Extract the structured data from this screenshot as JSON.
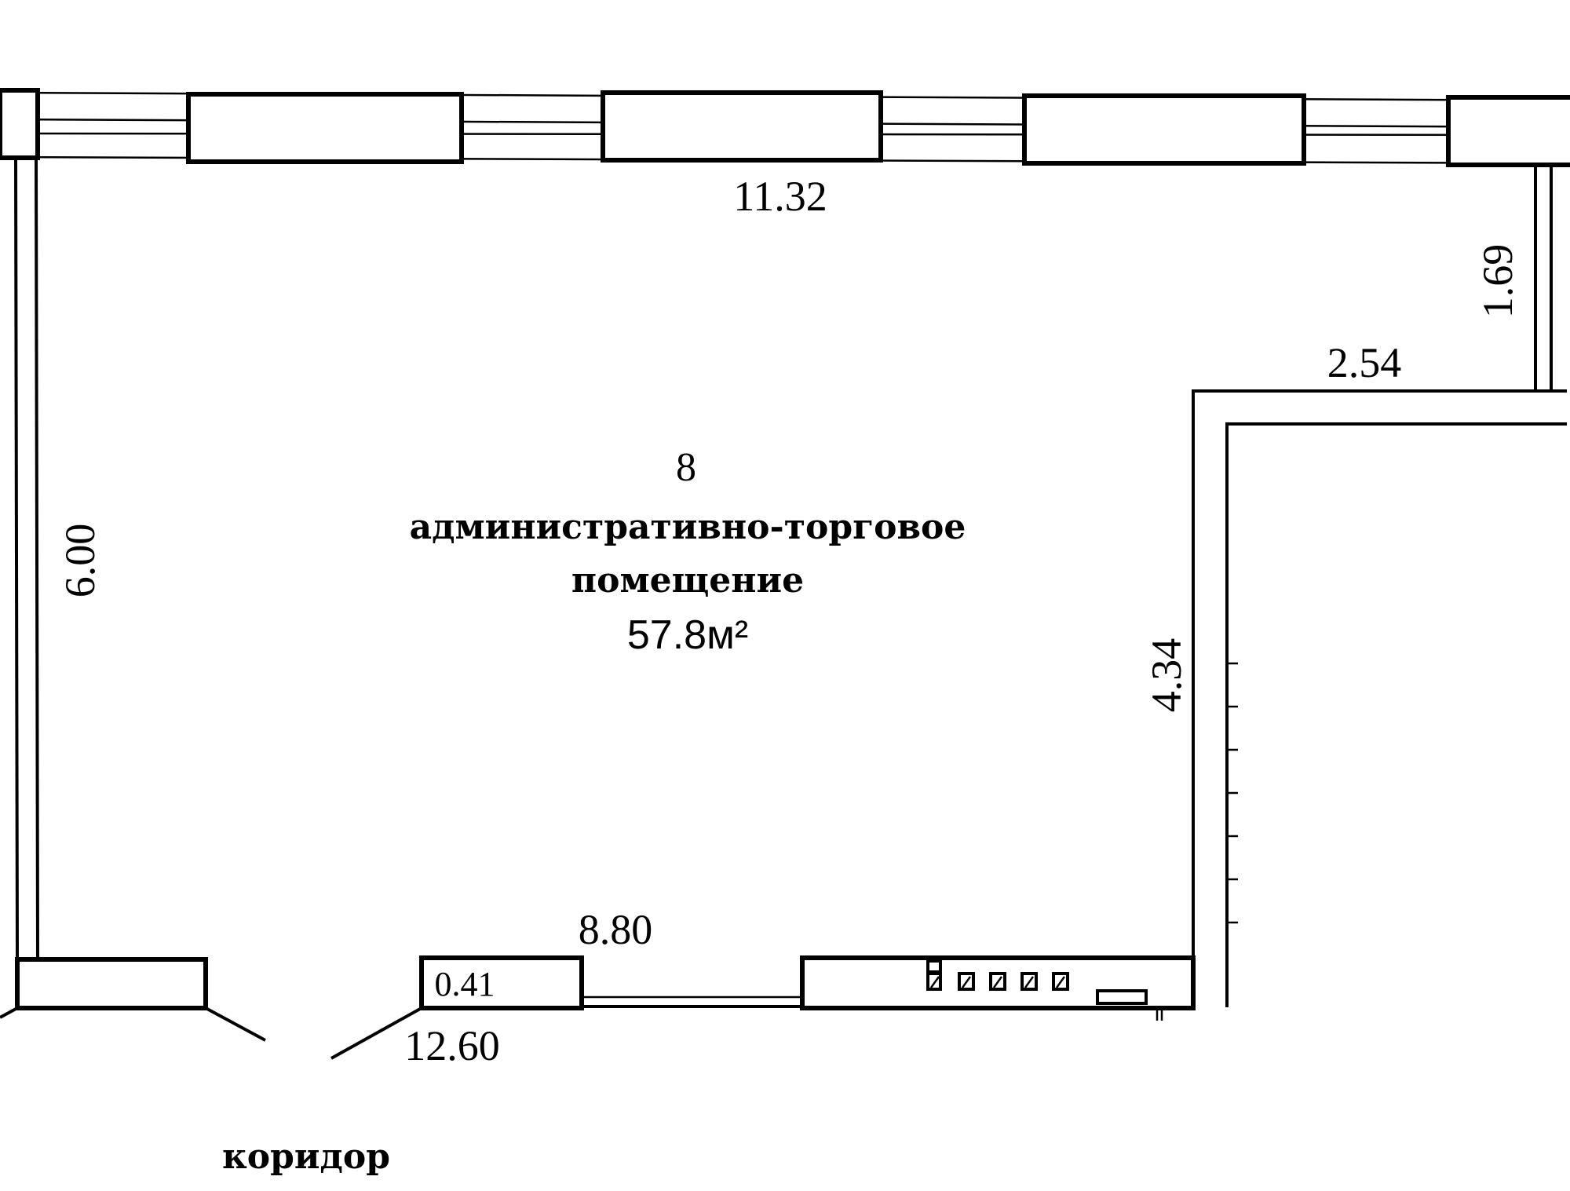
{
  "room": {
    "number": "8",
    "name_line1": "административно-торговое",
    "name_line2": "помещение",
    "area": "57.8м²"
  },
  "dimensions": {
    "top_wall": "11.32",
    "right_upper": "1.69",
    "step_horizontal": "2.54",
    "left_wall": "6.00",
    "inner_right": "4.34",
    "bottom_inner": "8.80",
    "pier": "0.41",
    "bottom_outer": "12.60"
  },
  "corridor": {
    "label": "коридор"
  }
}
